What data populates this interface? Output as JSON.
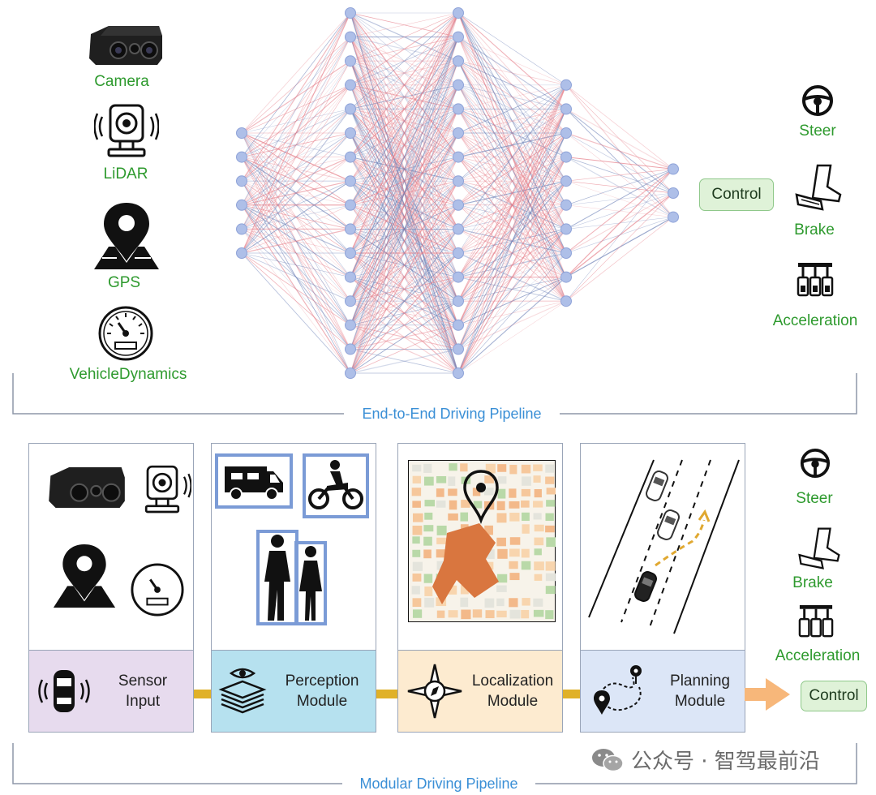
{
  "e2e": {
    "sensors": [
      "Camera",
      "LiDAR",
      "GPS",
      "VehicleDynamics"
    ],
    "control_label": "Control",
    "outputs": [
      "Steer",
      "Brake",
      "Acceleration"
    ],
    "pipeline_title": "End-to-End Driving Pipeline",
    "network_layers": [
      6,
      16,
      16,
      10,
      3
    ]
  },
  "modular": {
    "modules": [
      {
        "line1": "Sensor",
        "line2": "Input",
        "color": "#e7dbee"
      },
      {
        "line1": "Perception",
        "line2": "Module",
        "color": "#b6e1ef"
      },
      {
        "line1": "Localization",
        "line2": "Module",
        "color": "#fdebd0"
      },
      {
        "line1": "Planning",
        "line2": "Module",
        "color": "#dce6f7"
      }
    ],
    "control_label": "Control",
    "outputs": [
      "Steer",
      "Brake",
      "Acceleration"
    ],
    "pipeline_title": "Modular Driving Pipeline"
  },
  "watermark": "公众号 · 智驾最前沿",
  "colors": {
    "label_green": "#2e9a2e",
    "pipeline_blue": "#3a8fd6",
    "node_fill": "#aebfe8",
    "edge_red": "#e57b86",
    "edge_blue": "#6b7fb6"
  }
}
